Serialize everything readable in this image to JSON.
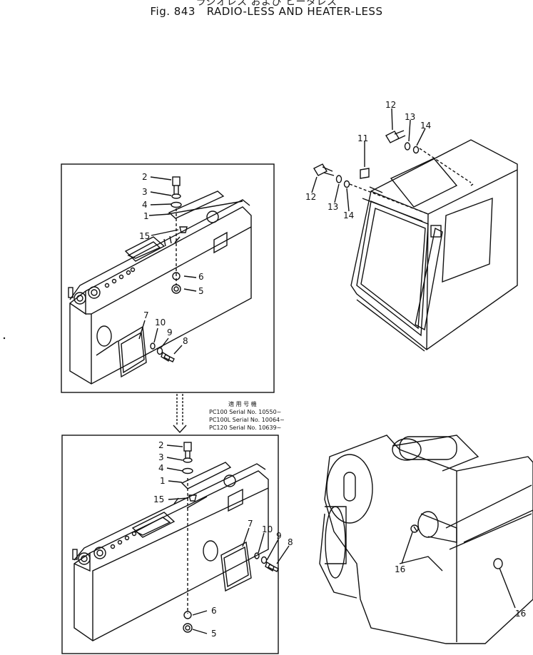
{
  "header": {
    "top_text": "ラジオレス および ヒータレス",
    "fig_label": "Fig. 843",
    "fig_title": "RADIO-LESS AND HEATER-LESS"
  },
  "applicability_note": {
    "heading": "適 用 号 機",
    "lines": [
      "PC100 Serial No. 10550~",
      "PC100L Serial No. 10064~",
      "PC120 Serial No. 10639~"
    ]
  },
  "upper_panel": {
    "callouts": {
      "c2": "2",
      "c3": "3",
      "c4": "4",
      "c1": "1",
      "c15": "15",
      "c6": "6",
      "c5": "5",
      "c7": "7",
      "c10": "10",
      "c9": "9",
      "c8": "8"
    }
  },
  "lower_panel": {
    "callouts": {
      "c2": "2",
      "c3": "3",
      "c4": "4",
      "c1": "1",
      "c15": "15",
      "c7": "7",
      "c10": "10",
      "c9": "9",
      "c8": "8",
      "c6": "6",
      "c5": "5"
    }
  },
  "cab": {
    "callouts": {
      "c12a": "12",
      "c13a": "13",
      "c14a": "14",
      "c11": "11",
      "c12b": "12",
      "c13b": "13",
      "c14b": "14"
    }
  },
  "engine": {
    "callouts": {
      "c16a": "16",
      "c16b": "16"
    }
  }
}
